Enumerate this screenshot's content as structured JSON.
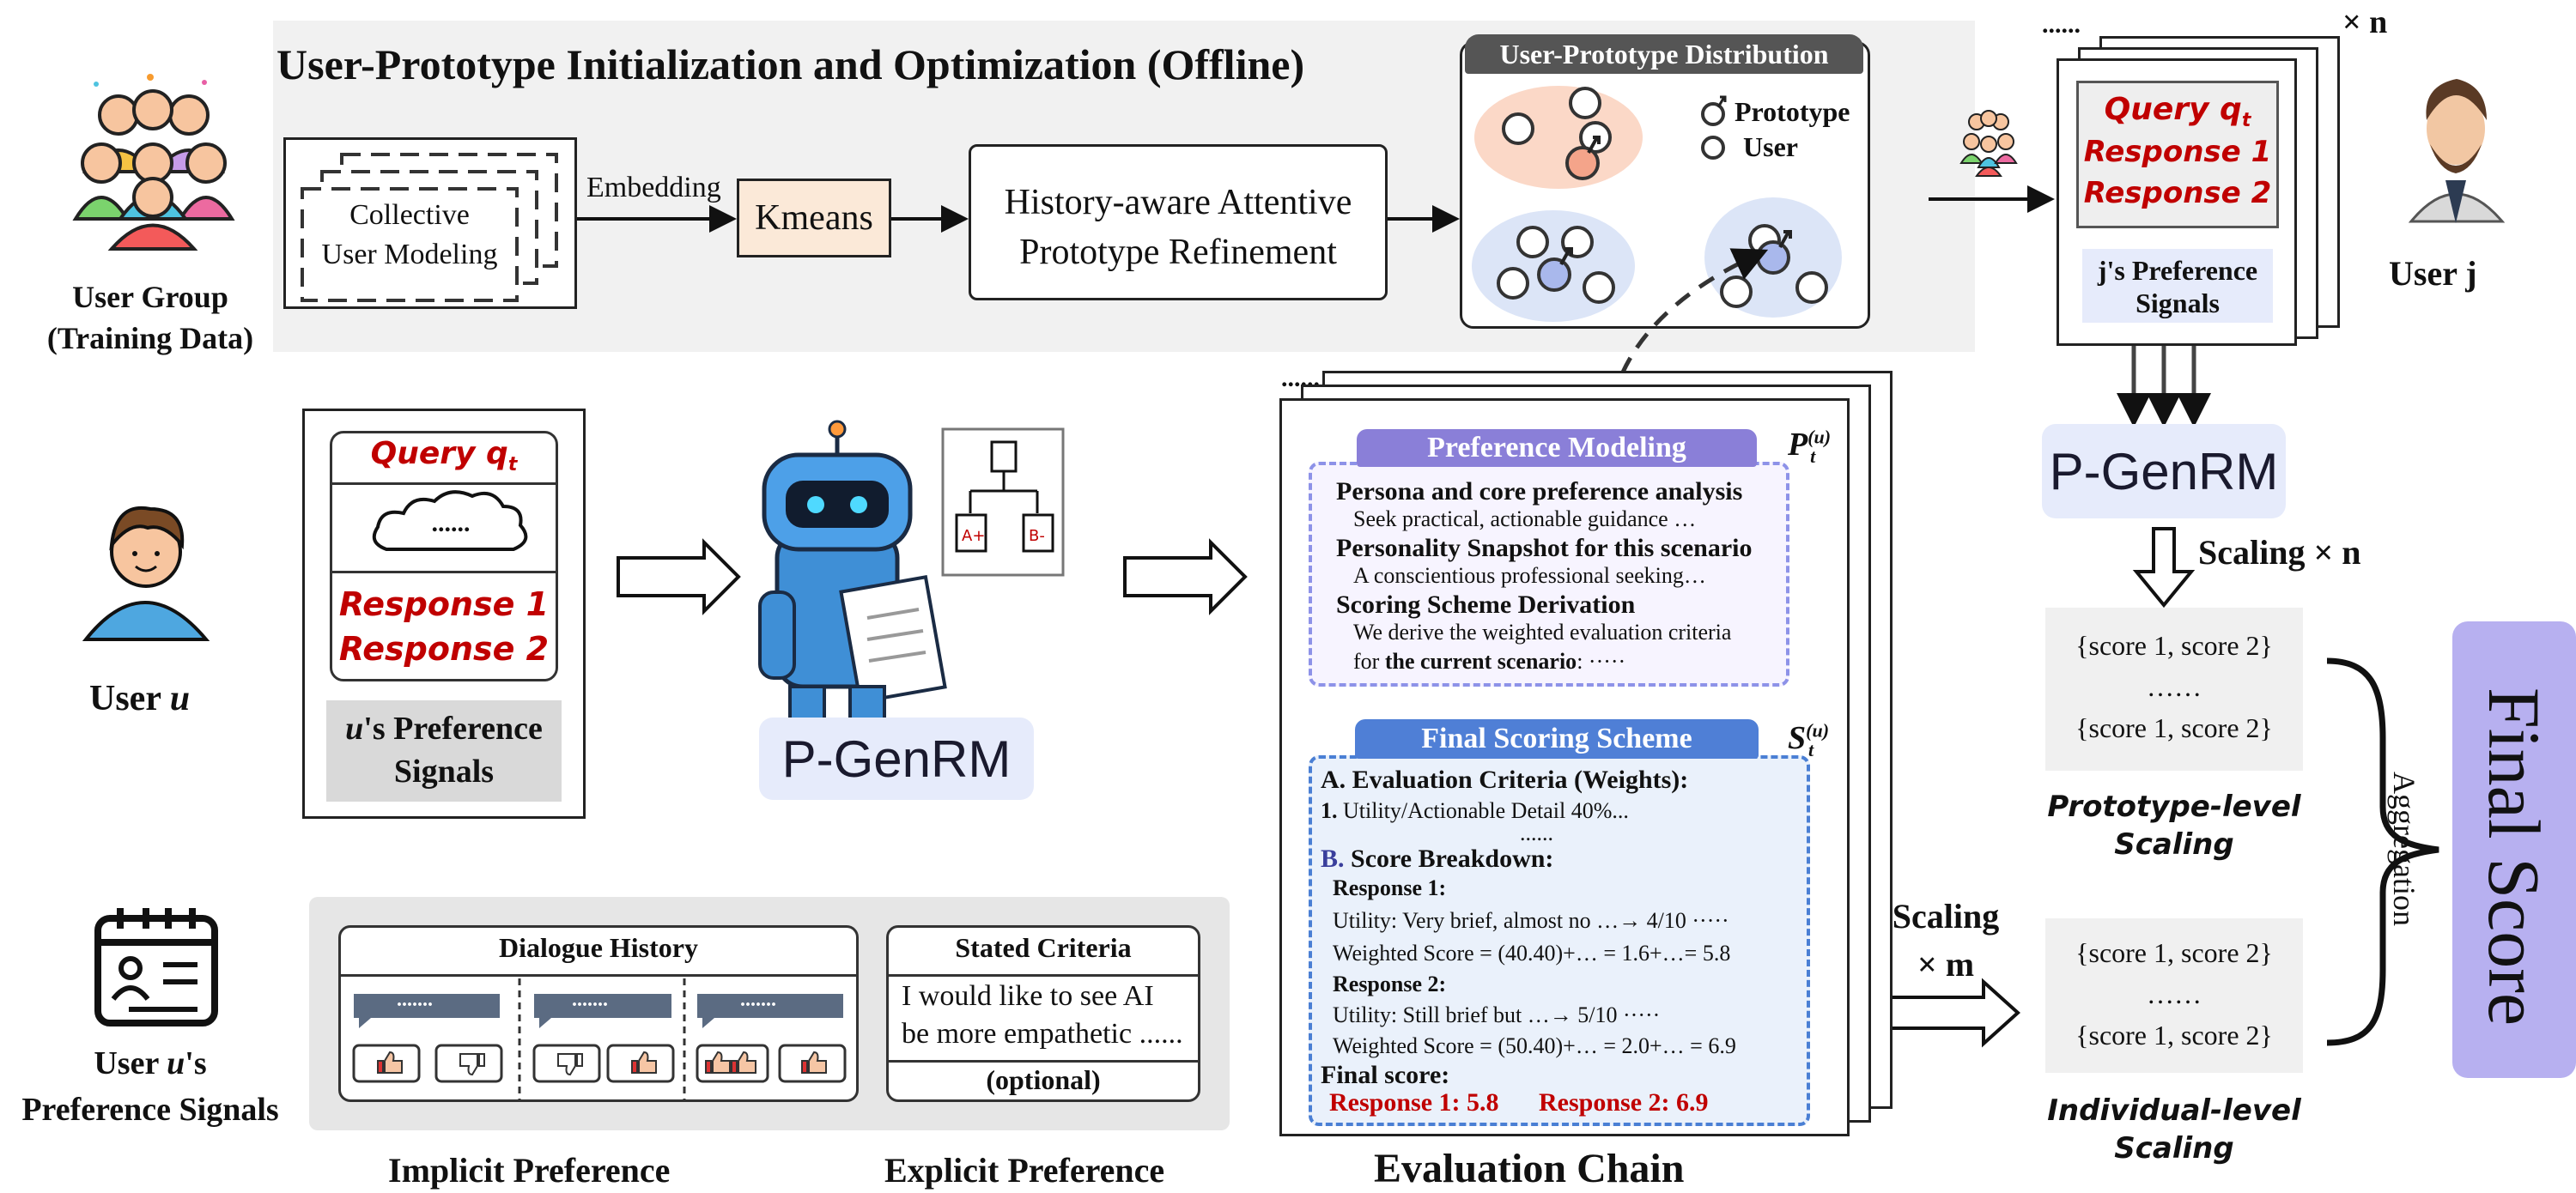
{
  "top_section": {
    "title": "User-Prototype Initialization and Optimization (Offline)",
    "collective_label_1": "Collective",
    "collective_label_2": "User Modeling",
    "embedding_label": "Embedding",
    "kmeans_label": "Kmeans",
    "refinement_line1": "History-aware Attentive",
    "refinement_line2": "Prototype Refinement",
    "distribution_title": "User-Prototype Distribution",
    "legend_prototype": "Prototype",
    "legend_user": "User"
  },
  "user_group": {
    "label_line1": "User Group",
    "label_line2": "(Training Data)"
  },
  "user_j_panel": {
    "dots": "......",
    "multiplier": "× n",
    "query": "Query q",
    "query_sub": "t",
    "response1": "Response 1",
    "response2": "Response 2",
    "signals_line1": "j's Preference",
    "signals_line2": "Signals",
    "user_label": "User j",
    "pgenrm_label": "P-GenRM",
    "scaling_label": "Scaling × n"
  },
  "user_u_panel": {
    "user_label": "User ",
    "user_var": "u",
    "query": "Query q",
    "query_sub": "t",
    "cloud_text": "......",
    "response1": "Response 1",
    "response2": "Response 2",
    "signals_var": "u",
    "signals_line1": "'s Preference",
    "signals_line2": "Signals",
    "pgenrm_label": "P-GenRM"
  },
  "preference_signals": {
    "label_line1_pre": "User ",
    "label_var": "u",
    "label_line1_post": "'s",
    "label_line2": "Preference Signals",
    "dialogue_title": "Dialogue History",
    "bubble_text": ".......",
    "stated_title": "Stated Criteria",
    "stated_line1": "I would like to see AI",
    "stated_line2": "be more empathetic ......",
    "optional": "(optional)",
    "implicit_label": "Implicit Preference",
    "explicit_label": "Explicit Preference"
  },
  "evaluation_chain": {
    "dots": "......",
    "pm_title": "Preference Modeling",
    "pm_tag": "P",
    "pm_h1": "Persona and core preference analysis",
    "pm_t1": "Seek practical, actionable guidance …",
    "pm_h2": "Personality Snapshot for this scenario",
    "pm_t2": "A conscientious professional seeking…",
    "pm_h3": "Scoring Scheme Derivation",
    "pm_t3": "We derive the weighted evaluation criteria",
    "pm_t4_pre": "for ",
    "pm_t4_bold": "the current scenario",
    "pm_t4_post": ": ·····",
    "fs_title": "Final Scoring Scheme",
    "fs_tag": "S",
    "fs_a": "A. Evaluation Criteria (Weights):",
    "fs_a1_num": "1.",
    "fs_a1": " Utility/Actionable Detail 40%...",
    "fs_dots": "......",
    "fs_b_letter": "B.",
    "fs_b": " Score Breakdown:",
    "fs_r1": "Response 1:",
    "fs_r1_util": "Utility: Very brief, almost no …→ 4/10 ·····",
    "fs_r1_ws": "Weighted Score = (40.40)+… = 1.6+…= 5.8",
    "fs_r2": "Response 2:",
    "fs_r2_util": "Utility: Still brief but …→ 5/10 ·····",
    "fs_r2_ws": "Weighted Score = (50.40)+… = 2.0+… = 6.9",
    "fs_final": "Final score:",
    "fs_final_r1": "Response 1: 5.8",
    "fs_final_r2": "Response 2: 6.9",
    "chain_label": "Evaluation Chain"
  },
  "scaling": {
    "scaling_m_line1": "Scaling",
    "scaling_m_line2": "× m",
    "score_pair": "{score 1, score 2}",
    "score_dots": "……",
    "score_dots_b": "……",
    "prototype_line1": "Prototype-level",
    "prototype_line2": "Scaling",
    "individual_line1": "Individual-level",
    "individual_line2": "Scaling",
    "aggregation": "Aggregation",
    "final_score": "Final Score"
  },
  "colors": {
    "query_red": "#c00000",
    "pill_blue": "#e6ebfb",
    "header_purple": "#8a7fd8",
    "header_blue": "#4f7fd6",
    "dashed_purple": "#8d92e8",
    "dashed_blue": "#4a7fd4",
    "final_score_bg": "#b7b0f0",
    "gray_panel": "#f1f1f1"
  },
  "icons": [
    "user-group-icon",
    "user-u-avatar-icon",
    "user-j-avatar-icon",
    "small-group-icon",
    "robot-icon",
    "document-tree-icon",
    "calendar-profile-icon",
    "thumbs-up-icon",
    "thumbs-down-icon",
    "cloud-icon",
    "prototype-icon",
    "user-circle-icon"
  ]
}
